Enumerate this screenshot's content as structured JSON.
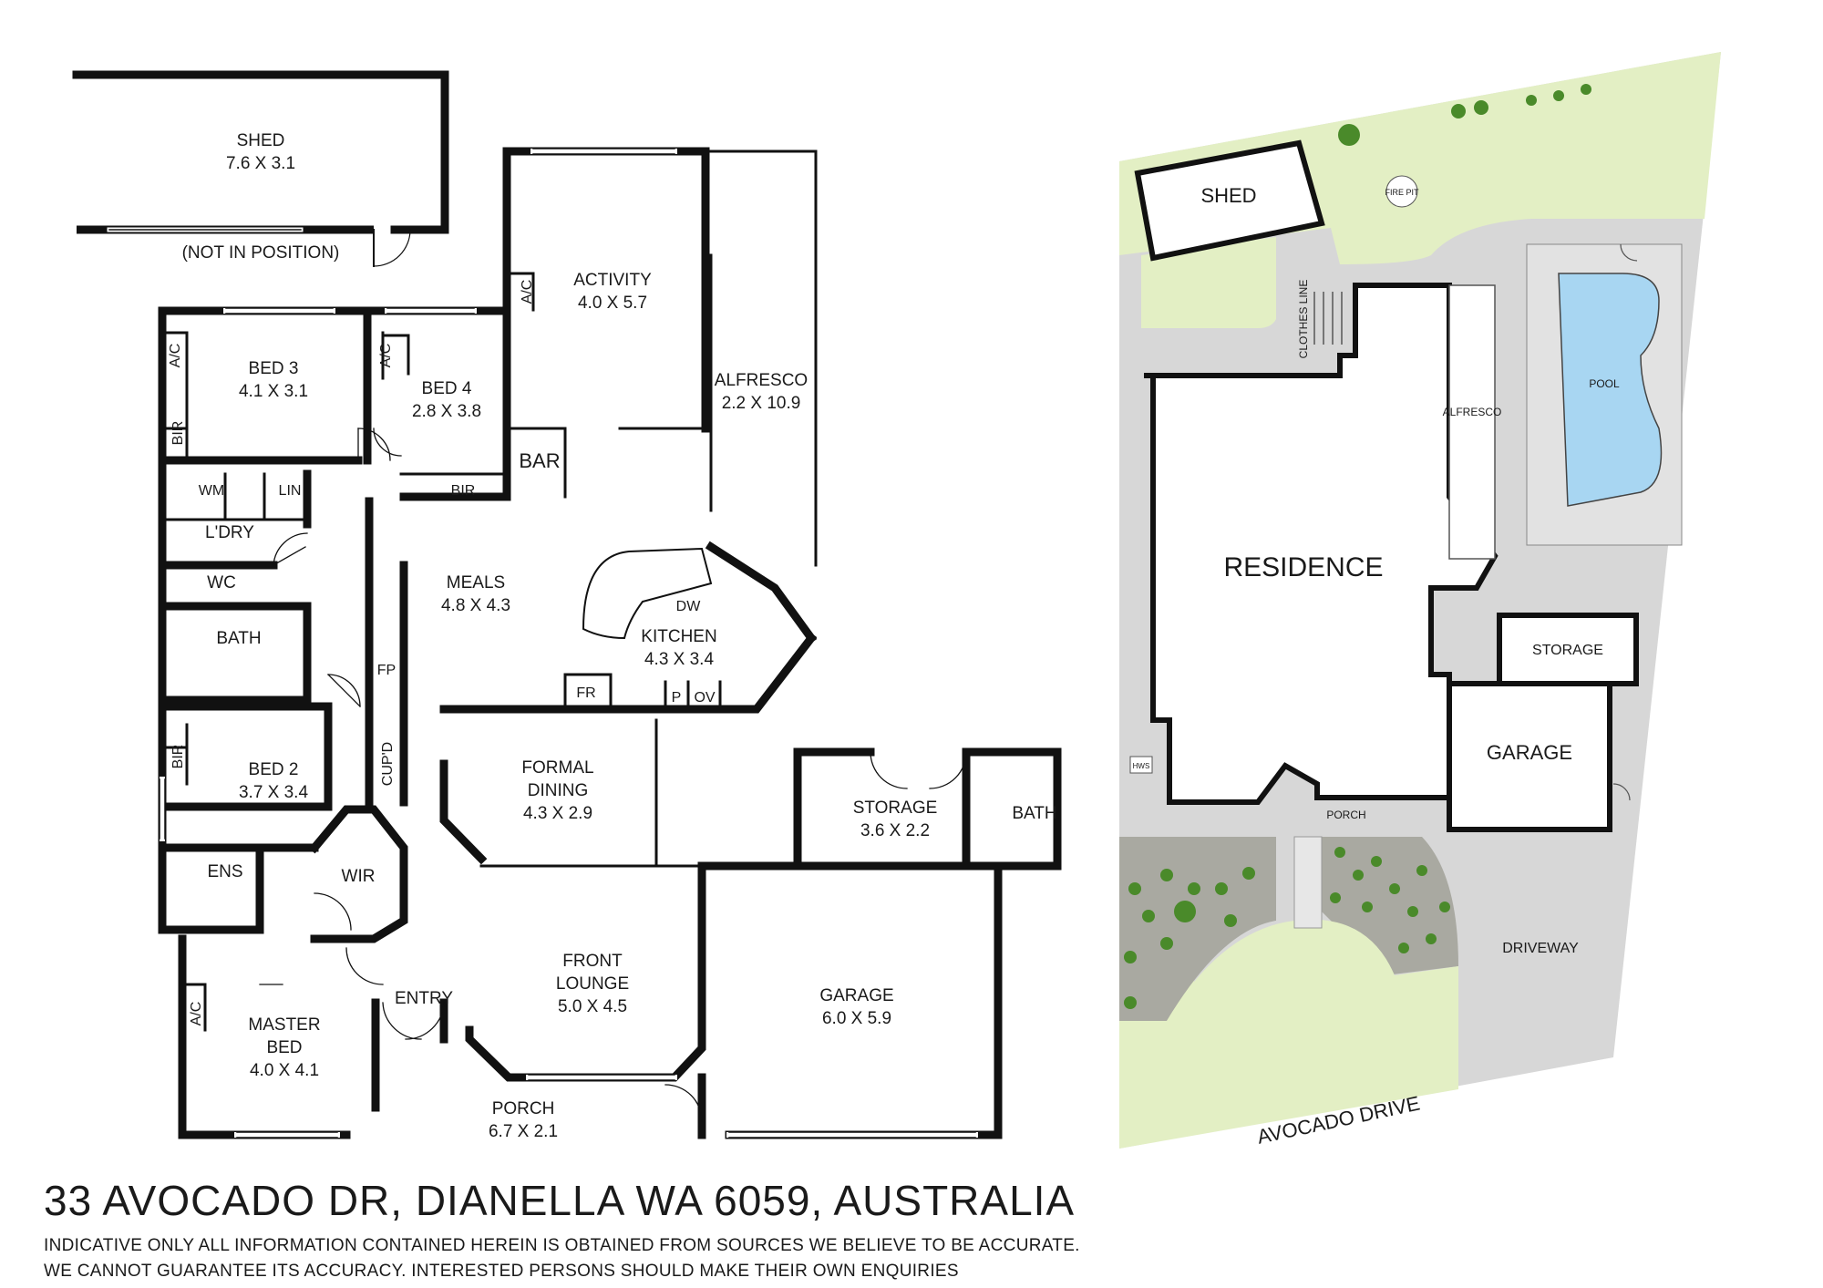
{
  "floor_plan": {
    "rooms": [
      {
        "name": "SHED",
        "size": "7.6 X 3.1"
      },
      {
        "name": "ACTIVITY",
        "size": "4.0 X 5.7"
      },
      {
        "name": "ALFRESCO",
        "size": "2.2 X 10.9"
      },
      {
        "name": "BED 3",
        "size": "4.1 X 3.1"
      },
      {
        "name": "BED 4",
        "size": "2.8 X 3.8"
      },
      {
        "name": "MEALS",
        "size": "4.8 X 4.3"
      },
      {
        "name": "KITCHEN",
        "size": "4.3 X 3.4"
      },
      {
        "name": "BED 2",
        "size": "3.7 X 3.4"
      },
      {
        "name": "FORMAL",
        "name2": "DINING",
        "size": "4.3 X 2.9"
      },
      {
        "name": "STORAGE",
        "size": "3.6 X 2.2"
      },
      {
        "name": "MASTER",
        "name2": "BED",
        "size": "4.0 X 4.1"
      },
      {
        "name": "FRONT",
        "name2": "LOUNGE",
        "size": "5.0 X 4.5"
      },
      {
        "name": "GARAGE",
        "size": "6.0 X 5.9"
      },
      {
        "name": "PORCH",
        "size": "6.7 X 2.1"
      }
    ],
    "shed_note": "(NOT IN POSITION)",
    "small_labels": {
      "ac": "A/C",
      "bir": "BIR",
      "bar": "BAR",
      "wm": "WM",
      "lin": "LIN",
      "laundry": "L'DRY",
      "wc": "WC",
      "bath": "BATH",
      "dw": "DW",
      "fr": "FR",
      "p": "P",
      "ov": "OV",
      "fp": "FP",
      "cupd": "CUP'D",
      "ens": "ENS",
      "wir": "WIR",
      "entry": "ENTRY"
    }
  },
  "site_plan": {
    "labels": {
      "shed": "SHED",
      "fire_pit": "FIRE PIT",
      "clothes_line": "CLOTHES LINE",
      "alfresco": "ALFRESCO",
      "pool": "POOL",
      "residence": "RESIDENCE",
      "storage": "STORAGE",
      "garage": "GARAGE",
      "hws": "HWS",
      "porch": "PORCH",
      "driveway": "DRIVEWAY",
      "street": "AVOCADO DRIVE"
    },
    "colors": {
      "lawn": "#e3efc4",
      "paving": "#d7d7d7",
      "garden": "#a9a9a1",
      "pool_water": "#a8d6f2",
      "building": "#ffffff"
    }
  },
  "address": "33 AVOCADO DR, DIANELLA WA 6059, AUSTRALIA",
  "disclaimer": [
    "INDICATIVE ONLY ALL INFORMATION CONTAINED HEREIN IS OBTAINED FROM SOURCES WE BELIEVE TO BE ACCURATE.",
    "WE CANNOT GUARANTEE ITS ACCURACY. INTERESTED PERSONS SHOULD MAKE THEIR OWN ENQUIRIES"
  ]
}
